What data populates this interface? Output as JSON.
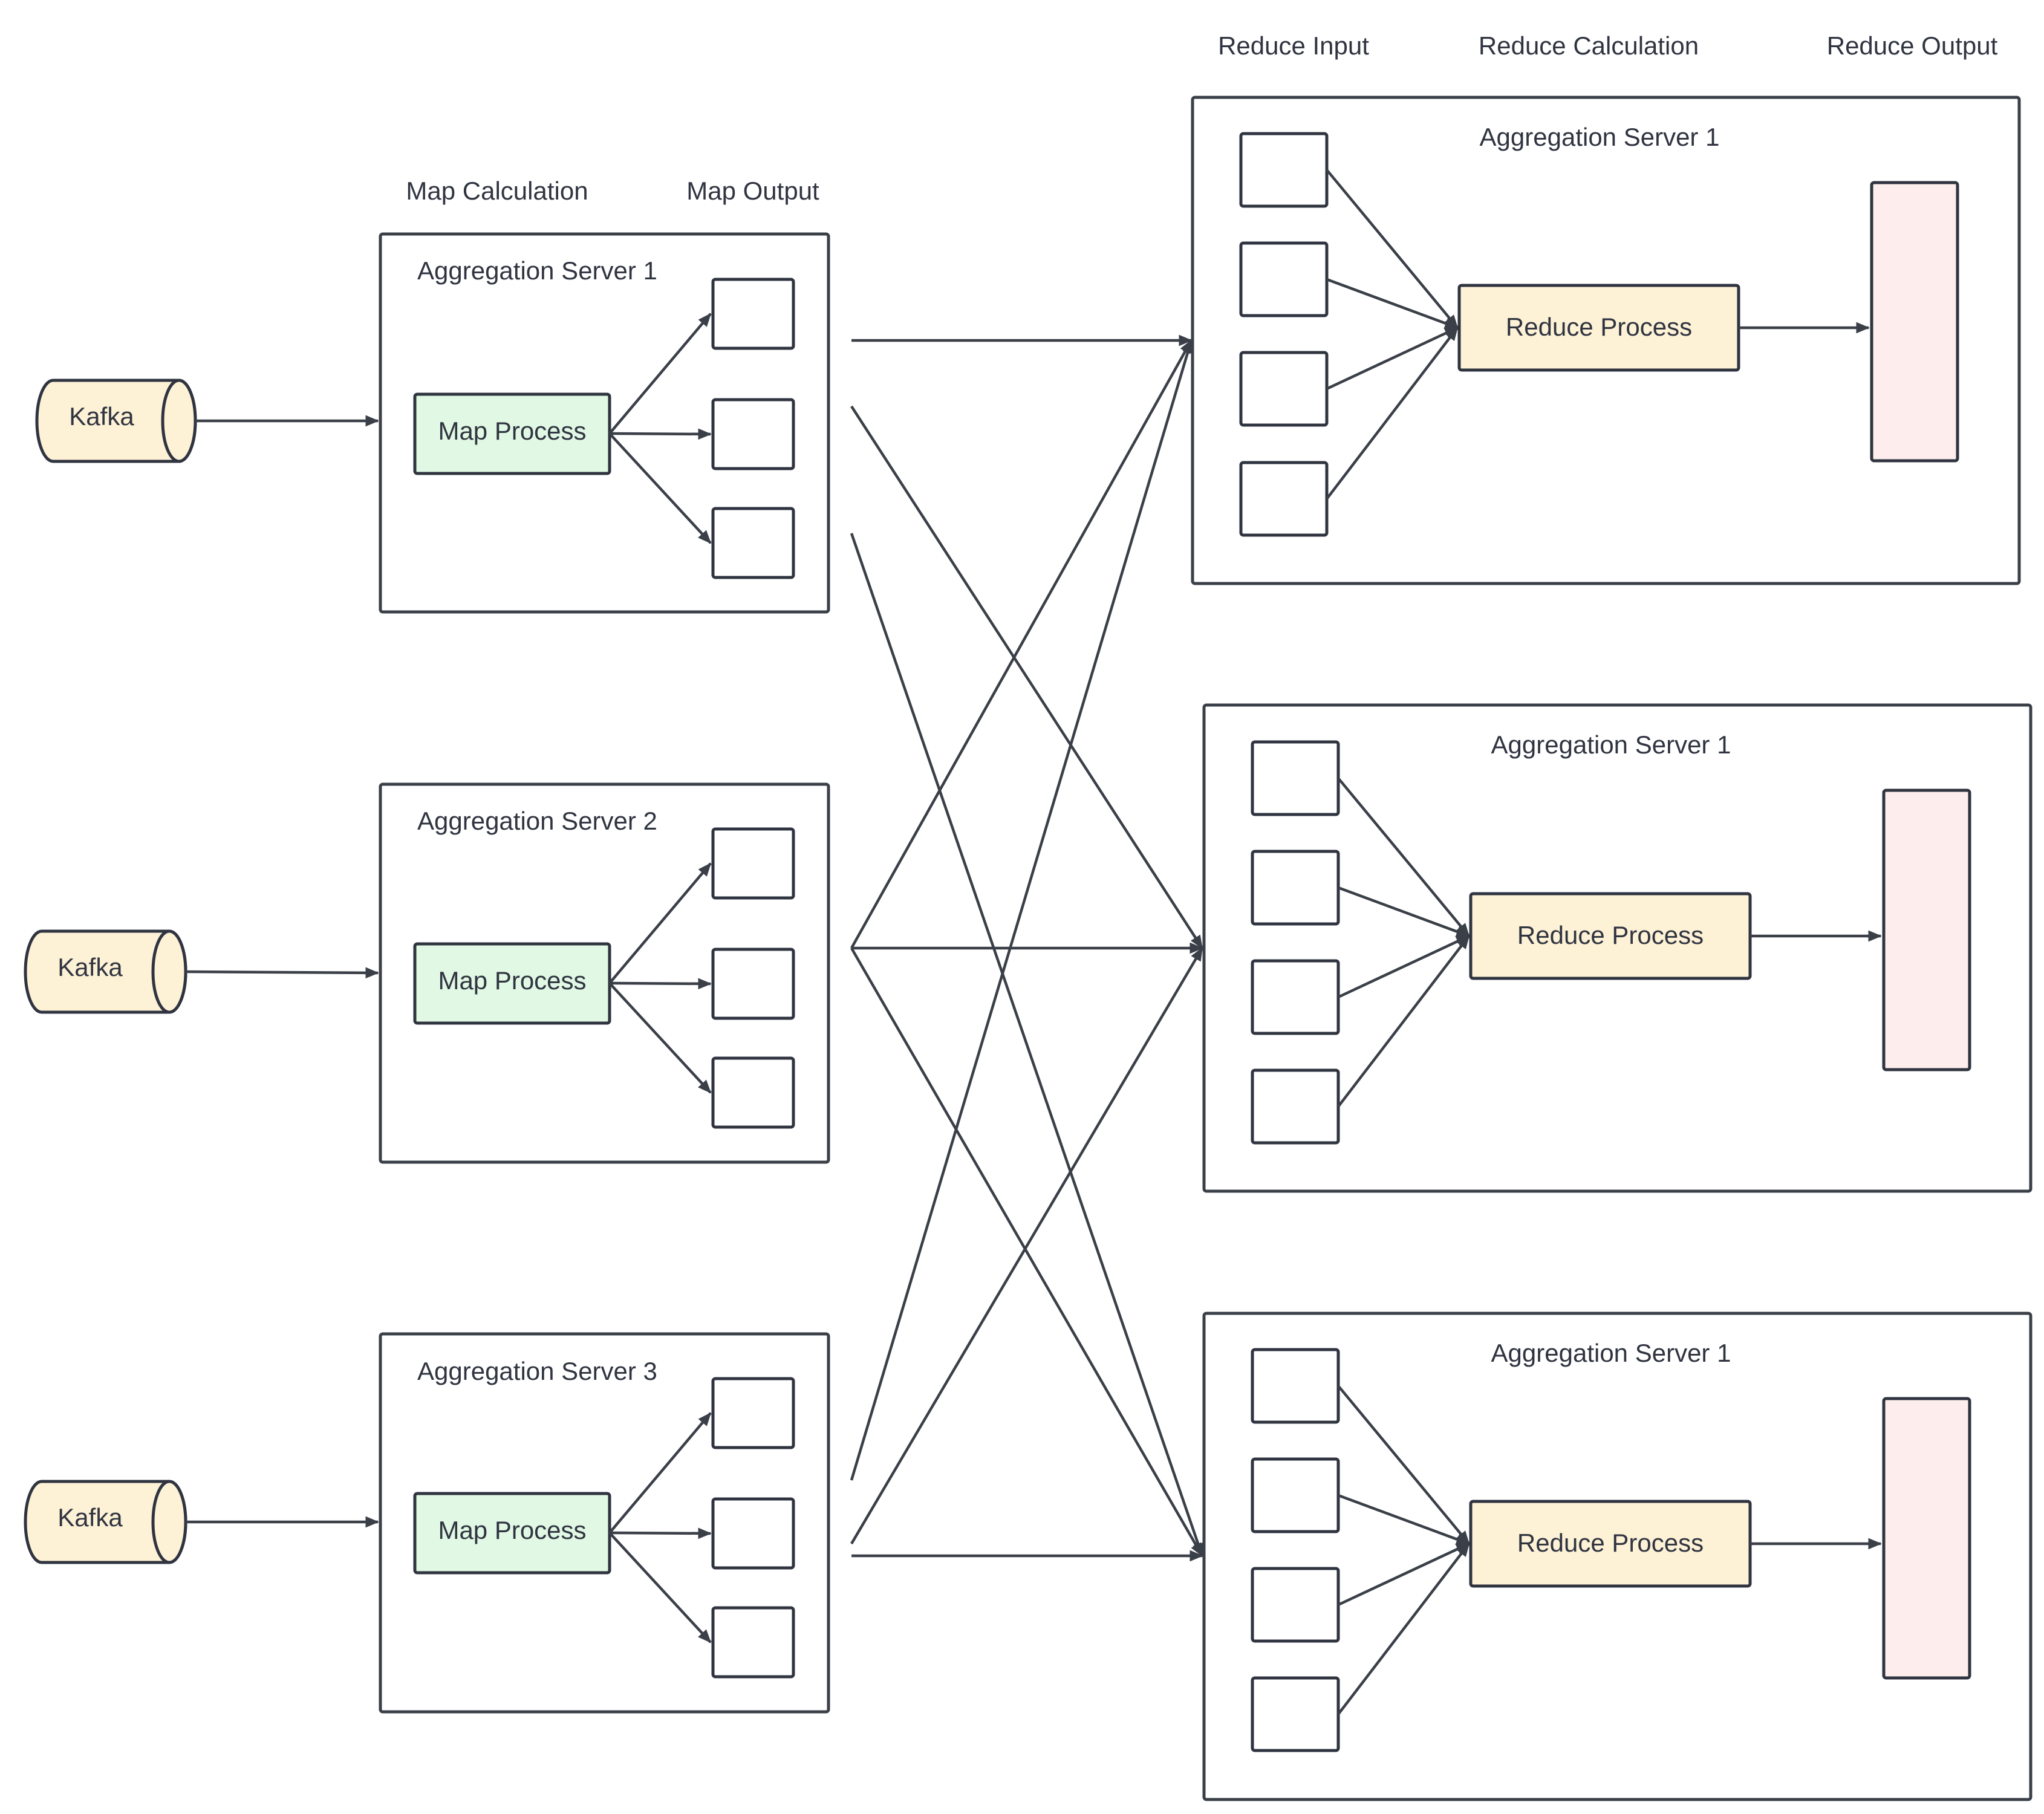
{
  "headers": {
    "map_calculation": "Map Calculation",
    "map_output": "Map Output",
    "reduce_input": "Reduce Input",
    "reduce_calculation": "Reduce Calculation",
    "reduce_output": "Reduce Output"
  },
  "kafka_label": "Kafka",
  "map_servers": [
    {
      "title": "Aggregation Server 1",
      "process": "Map Process"
    },
    {
      "title": "Aggregation Server 2",
      "process": "Map Process"
    },
    {
      "title": "Aggregation Server 3",
      "process": "Map Process"
    }
  ],
  "reduce_servers": [
    {
      "title": "Aggregation Server 1",
      "process": "Reduce Process"
    },
    {
      "title": "Aggregation Server 1",
      "process": "Reduce Process"
    },
    {
      "title": "Aggregation Server 1",
      "process": "Reduce Process"
    }
  ],
  "colors": {
    "kafka_fill": "#fdf1d6",
    "map_process_fill": "#e1f8e4",
    "reduce_process_fill": "#fdf1d6",
    "output_fill": "#fdeeed",
    "stroke": "#2f3440"
  }
}
